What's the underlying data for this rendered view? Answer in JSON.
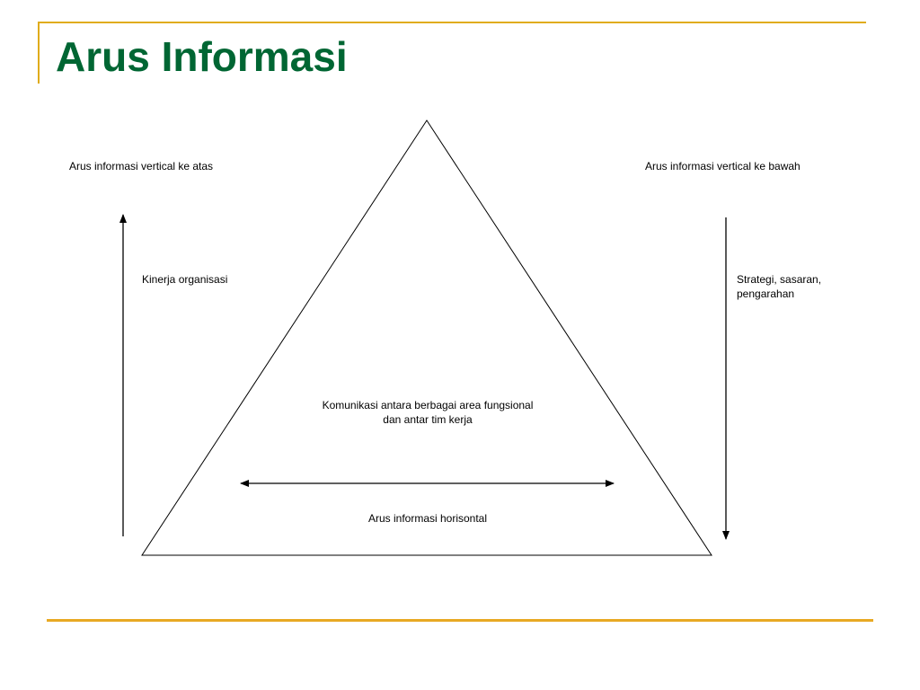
{
  "title": "Arus Informasi",
  "colors": {
    "title": "#006633",
    "accent_line": "#e0ac1c",
    "line": "#000000"
  },
  "labels": {
    "upward_flow": "Arus informasi vertical ke atas",
    "downward_flow": "Arus informasi vertical ke bawah",
    "org_performance": "Kinerja organisasi",
    "strategy_line1": "Strategi, sasaran,",
    "strategy_line2": "pengarahan",
    "communication_line1": "Komunikasi antara berbagai area fungsional",
    "communication_line2": "dan antar  tim kerja",
    "horizontal_flow": "Arus informasi horisontal"
  }
}
